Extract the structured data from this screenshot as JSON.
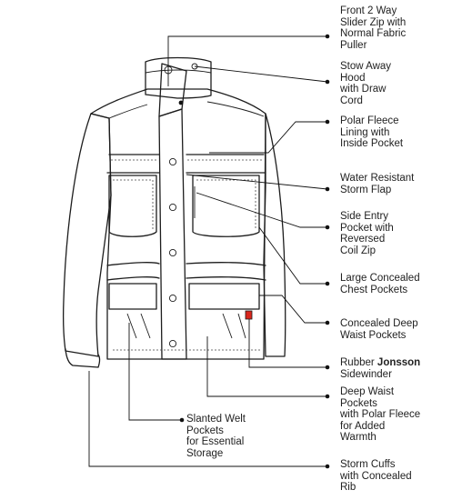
{
  "callouts": [
    {
      "id": "zip",
      "text": "Front 2 Way\nSlider Zip with\nNormal Fabric\nPuller"
    },
    {
      "id": "hood",
      "text": "Stow Away\nHood\nwith Draw\nCord"
    },
    {
      "id": "fleece-lining",
      "text": "Polar Fleece\nLining with\nInside Pocket"
    },
    {
      "id": "storm-flap",
      "text": "Water Resistant\nStorm Flap"
    },
    {
      "id": "side-entry",
      "text": "Side Entry\nPocket with\nReversed\nCoil Zip"
    },
    {
      "id": "chest-pockets",
      "text": "Large Concealed\nChest Pockets"
    },
    {
      "id": "waist-pockets",
      "text": "Concealed Deep\nWaist Pockets"
    },
    {
      "id": "sidewinder",
      "text_pre": "Rubber ",
      "text_bold": "Jonsson",
      "text_post": "\nSidewinder"
    },
    {
      "id": "deep-waist",
      "text": "Deep Waist\nPockets\nwith Polar Fleece\nfor Added\nWarmth"
    },
    {
      "id": "welt",
      "text": "Slanted Welt\nPockets\nfor Essential\nStorage"
    },
    {
      "id": "cuffs",
      "text": "Storm Cuffs\nwith Concealed\nRib"
    }
  ],
  "colors": {
    "line": "#1d1d1d",
    "accent_tab": "#d9261c",
    "text": "#222222"
  }
}
